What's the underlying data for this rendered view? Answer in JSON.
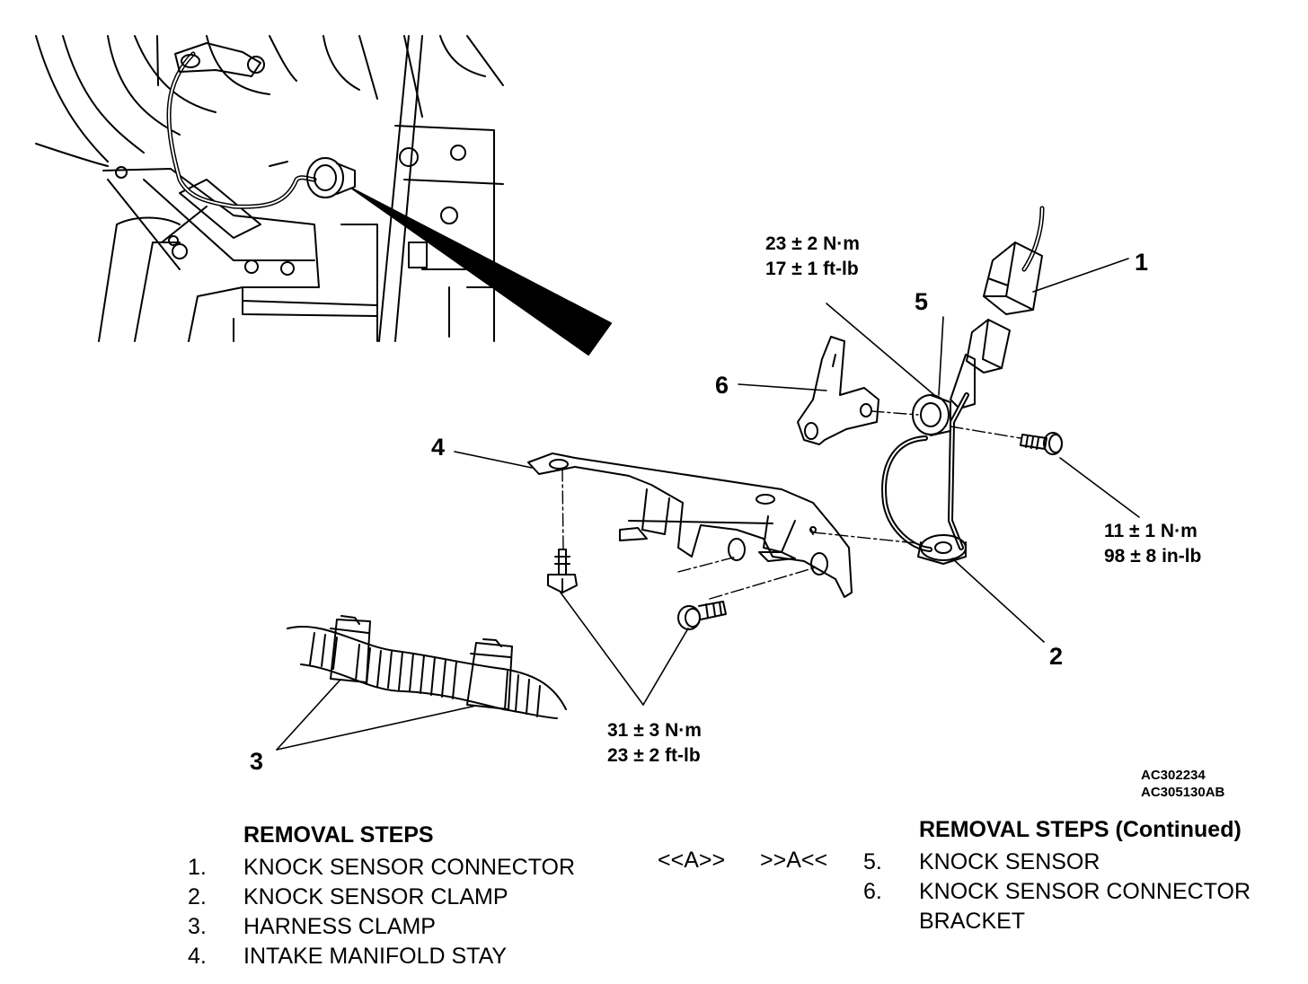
{
  "callouts": {
    "c1": "1",
    "c2": "2",
    "c3": "3",
    "c4": "4",
    "c5": "5",
    "c6": "6"
  },
  "torques": {
    "top": {
      "line1": "23 ± 2 N·m",
      "line2": "17 ± 1 ft-lb"
    },
    "right": {
      "line1": "11 ± 1 N·m",
      "line2": "98 ± 8 in-lb"
    },
    "bottom": {
      "line1": "31 ± 3 N·m",
      "line2": "23 ± 2 ft-lb"
    }
  },
  "figure_codes": {
    "line1": "AC302234",
    "line2": "AC305130AB"
  },
  "removal_left": {
    "header": "REMOVAL STEPS",
    "steps": [
      {
        "num": "1.",
        "label": "KNOCK SENSOR CONNECTOR"
      },
      {
        "num": "2.",
        "label": "KNOCK SENSOR CLAMP"
      },
      {
        "num": "3.",
        "label": "HARNESS CLAMP"
      },
      {
        "num": "4.",
        "label": "INTAKE MANIFOLD STAY"
      }
    ]
  },
  "service_markers": {
    "removal": "<<A>>",
    "installation": ">>A<<"
  },
  "removal_right": {
    "header": "REMOVAL STEPS (Continued)",
    "steps": [
      {
        "num": "5.",
        "label": "KNOCK SENSOR"
      },
      {
        "num": "6.",
        "label": "KNOCK SENSOR CONNECTOR"
      },
      {
        "num": "",
        "label": "BRACKET"
      }
    ]
  },
  "colors": {
    "ink": "#000000",
    "paper": "#ffffff"
  }
}
